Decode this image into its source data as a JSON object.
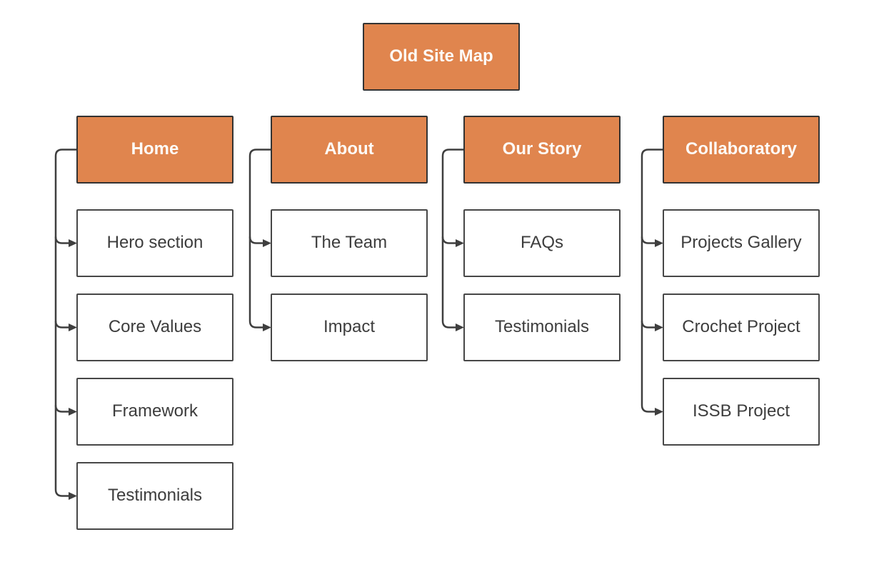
{
  "diagram": {
    "root": {
      "label": "Old Site Map"
    },
    "columns": [
      {
        "header": "Home",
        "children": [
          "Hero section",
          "Core Values",
          "Framework",
          "Testimonials"
        ]
      },
      {
        "header": "About",
        "children": [
          "The Team",
          "Impact"
        ]
      },
      {
        "header": "Our Story",
        "children": [
          "FAQs",
          "Testimonials"
        ]
      },
      {
        "header": "Collaboratory",
        "children": [
          "Projects Gallery",
          "Crochet Project",
          "ISSB Project"
        ]
      }
    ],
    "colors": {
      "accent_fill": "#E0854E",
      "accent_border": "#333333",
      "accent_text": "#FDFBF8",
      "plain_fill": "#FFFFFF",
      "plain_border": "#474747",
      "plain_text": "#3D3D3D",
      "connector": "#3F3F3F",
      "background": "#FFFFFF"
    }
  }
}
